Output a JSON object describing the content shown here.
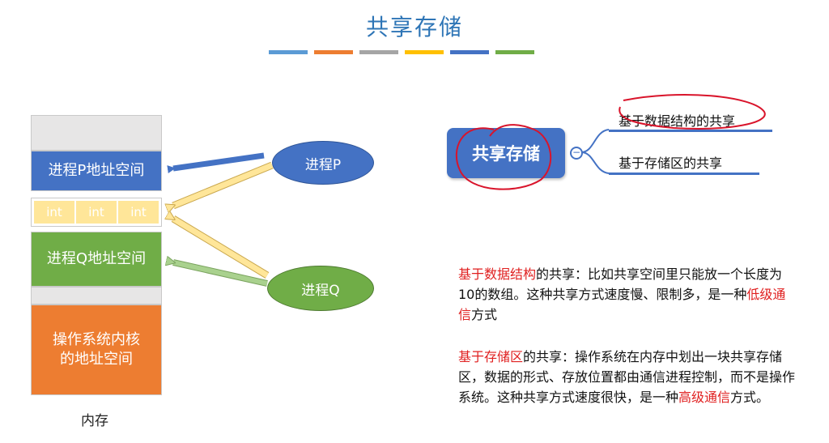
{
  "title": "共享存储",
  "title_color_bars": [
    "#5b9bd5",
    "#ed7d31",
    "#a5a5a5",
    "#ffc000",
    "#4472c4",
    "#70ad47"
  ],
  "memory": {
    "p_space": "进程P地址空间",
    "int_cells": [
      "int",
      "int",
      "int"
    ],
    "q_space": "进程Q地址空间",
    "kernel_line1": "操作系统内核",
    "kernel_line2": "的地址空间",
    "label": "内存"
  },
  "processes": {
    "p": "进程P",
    "q": "进程Q"
  },
  "colors": {
    "blue": "#4472c4",
    "green": "#70ad47",
    "orange": "#ed7d31",
    "gray": "#e7e6e6",
    "yellow": "#ffe699",
    "red": "#e02020"
  },
  "mindmap": {
    "root": "共享存储",
    "collapse_symbol": "−",
    "branch1": "基于数据结构的共享",
    "branch2": "基于存储区的共享"
  },
  "paragraph1": {
    "lead_red": "基于数据结构",
    "text1": "的共享：比如共享空间里只能放一个长度为10的数组。这种共享方式速度慢、限制多，是一种",
    "red2": "低级通信",
    "text2": "方式"
  },
  "paragraph2": {
    "lead_red": "基于存储区",
    "text1": "的共享：操作系统在内存中划出一块共享存储区，数据的形式、存放位置都由通信进程控制，而不是操作系统。这种共享方式速度很快，是一种",
    "red2": "高级通信",
    "text2": "方式。"
  }
}
